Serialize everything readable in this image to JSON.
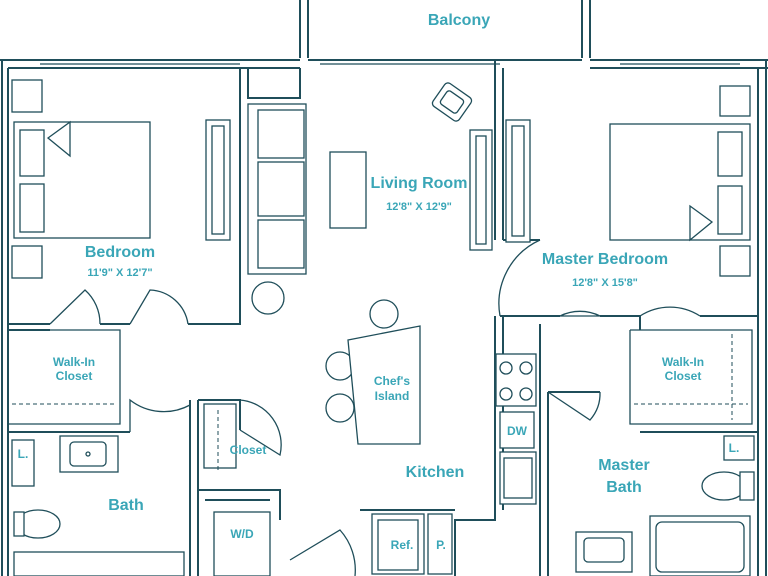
{
  "rooms": {
    "balcony": "Balcony",
    "bedroom": "Bedroom",
    "bedroom_dim": "11'9\" X 12'7\"",
    "living": "Living Room",
    "living_dim": "12'8\" X 12'9\"",
    "master": "Master Bedroom",
    "master_dim": "12'8\" X 15'8\"",
    "walkin_left": [
      "Walk-In",
      "Closet"
    ],
    "walkin_right": [
      "Walk-In",
      "Closet"
    ],
    "island": [
      "Chef's",
      "Island"
    ],
    "closet": "Closet",
    "kitchen": "Kitchen",
    "bath": "Bath",
    "master_bath": [
      "Master",
      "Bath"
    ],
    "wd": "W/D",
    "dw": "DW",
    "ref": "Ref.",
    "pantry": "P.",
    "linen_left": "L.",
    "linen_right": "L."
  },
  "colors": {
    "wall": "#1f4e5a",
    "label": "#3aa6b7"
  }
}
